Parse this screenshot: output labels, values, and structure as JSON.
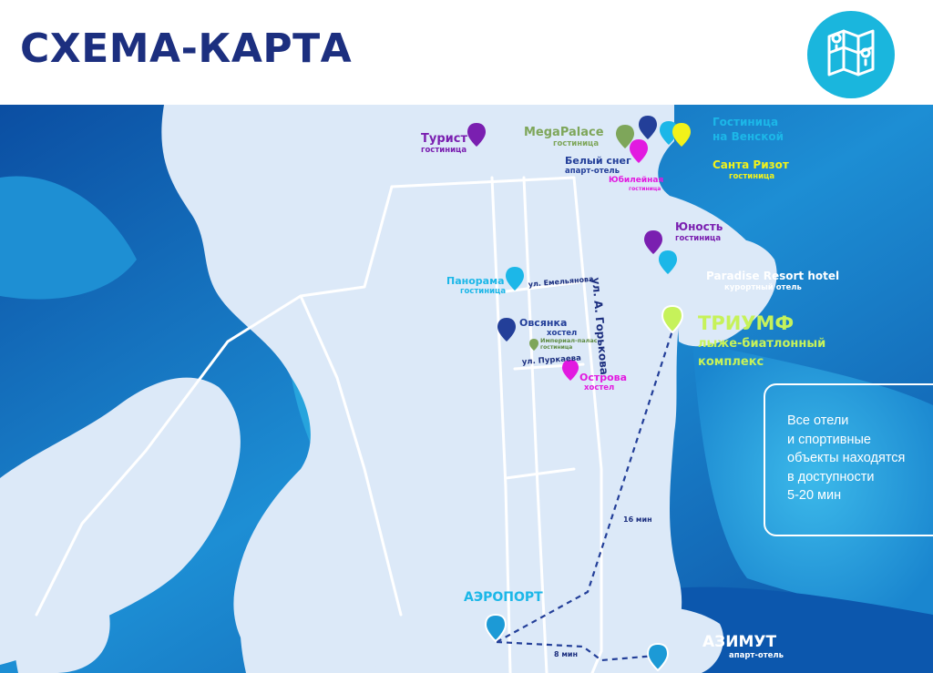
{
  "header": {
    "title": "СХЕМА-КАРТА"
  },
  "colors": {
    "title": "#1c2f7f",
    "badge": "#1ab6dd",
    "land": "#dce9f8",
    "water_dark": "#0c4fa3",
    "water_light": "#1ea0da",
    "road": "#ffffff",
    "triumph": "#c6f25a",
    "violet": "#7a1fb0",
    "cyan": "#1cb7e8",
    "green": "#7ea65a",
    "magenta": "#e21ae0",
    "navy": "#233f99",
    "yellow": "#f2f21a",
    "white": "#ffffff"
  },
  "hotels": [
    {
      "id": "turist",
      "name": "Турист",
      "subtitle": "гостиница"
    },
    {
      "id": "megapalace",
      "name": "MegaPalace",
      "subtitle": "гостиница"
    },
    {
      "id": "belyi_sneg",
      "name": "Белый снег",
      "subtitle": "апарт-отель"
    },
    {
      "id": "yubileinaya",
      "name": "Юбилейная",
      "subtitle": "гостиница"
    },
    {
      "id": "venskaya",
      "name": "Гостиница",
      "name2": "на Венской"
    },
    {
      "id": "santa_rizot",
      "name": "Санта Ризот",
      "subtitle": "гостиница"
    },
    {
      "id": "yunost",
      "name": "Юность",
      "subtitle": "гостиница"
    },
    {
      "id": "paradise",
      "name": "Paradise Resort hotel",
      "subtitle": "курортный отель"
    },
    {
      "id": "panorama",
      "name": "Панорама",
      "subtitle": "гостиница"
    },
    {
      "id": "ovsyanka",
      "name": "Овсянка",
      "subtitle": "хостел"
    },
    {
      "id": "imperial",
      "name": "Империал-палас",
      "subtitle": "гостиница"
    },
    {
      "id": "ostrova",
      "name": "Острова",
      "subtitle": "хостел"
    },
    {
      "id": "azimut",
      "name": "АЗИМУТ",
      "subtitle": "апарт-отель"
    }
  ],
  "triumph": {
    "name": "ТРИУМФ",
    "line1": "лыже-биатлонный",
    "line2": "комплекс"
  },
  "airport": {
    "name": "АЭРОПОРТ"
  },
  "streets": {
    "emelyanova": "ул. Емельянова",
    "gorkogo": "ул. А. Горькова",
    "purkaeva": "ул. Пуркаева"
  },
  "routes": {
    "to_triumph": "16 мин",
    "to_azimut": "8 мин"
  },
  "info": {
    "lines": [
      "Все отели",
      "и спортивные",
      "объекты находятся",
      "в доступности",
      "5-20 мин"
    ]
  }
}
